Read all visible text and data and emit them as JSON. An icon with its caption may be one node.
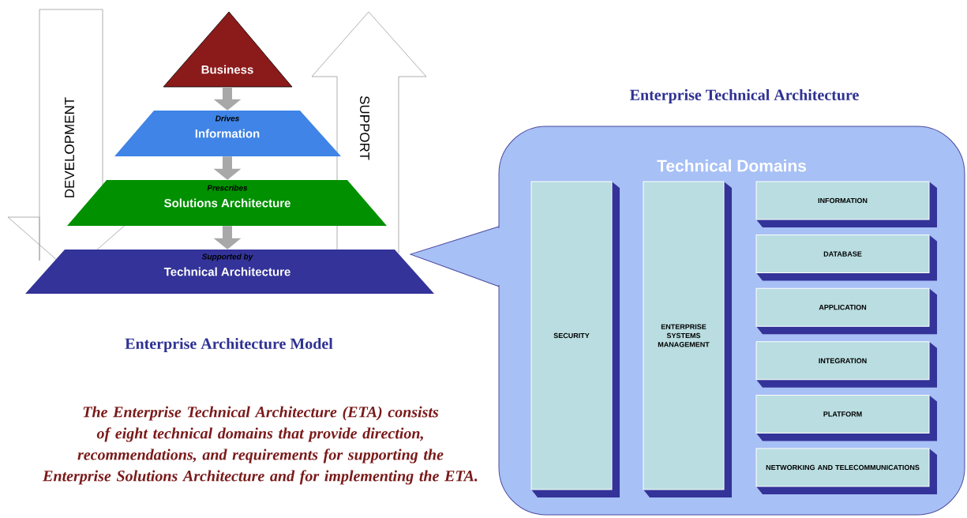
{
  "diagram": {
    "title": "Enterprise Technical Architecture",
    "nodes": [
      {
        "text": [
          "Business"
        ]
      },
      {
        "text": [
          "Information"
        ]
      },
      {
        "text": [
          "Solutions Architecture"
        ]
      },
      {
        "text": [
          "Technical Architecture"
        ]
      },
      {
        "text": [
          "Technical Domains"
        ]
      },
      {
        "text": [
          "SECURITY"
        ],
        "in": 4
      },
      {
        "text": [
          "ENTERPRISE SYSTEMS MANAGEMENT"
        ],
        "in": 4
      },
      {
        "text": [
          "INFORMATION"
        ],
        "in": 4
      },
      {
        "text": [
          "DATABASE"
        ],
        "in": 4
      },
      {
        "text": [
          "APPLICATION"
        ],
        "in": 4
      },
      {
        "text": [
          "INTEGRATION"
        ],
        "in": 4
      },
      {
        "text": [
          "PLATFORM"
        ],
        "in": 4
      },
      {
        "text": [
          "NETWORKING AND TELECOMMUNICATIONS"
        ],
        "in": 4
      }
    ],
    "edges": [
      {
        "from": 0,
        "to": 1,
        "arrow": "to",
        "label": "Drives"
      },
      {
        "from": 1,
        "to": 2,
        "arrow": "to",
        "label": "Prescribes"
      },
      {
        "from": 2,
        "to": 3,
        "arrow": "to",
        "label": "Supported by"
      }
    ],
    "labels": [
      "DEVELOPMENT",
      "SUPPORT",
      "Enterprise Architecture Model",
      "The Enterprise Technical Architecture (ETA) consists of eight technical domains that provide direction, recommendations, and requirements for supporting the Enterprise Solutions Architecture and for implementing the ETA."
    ]
  }
}
